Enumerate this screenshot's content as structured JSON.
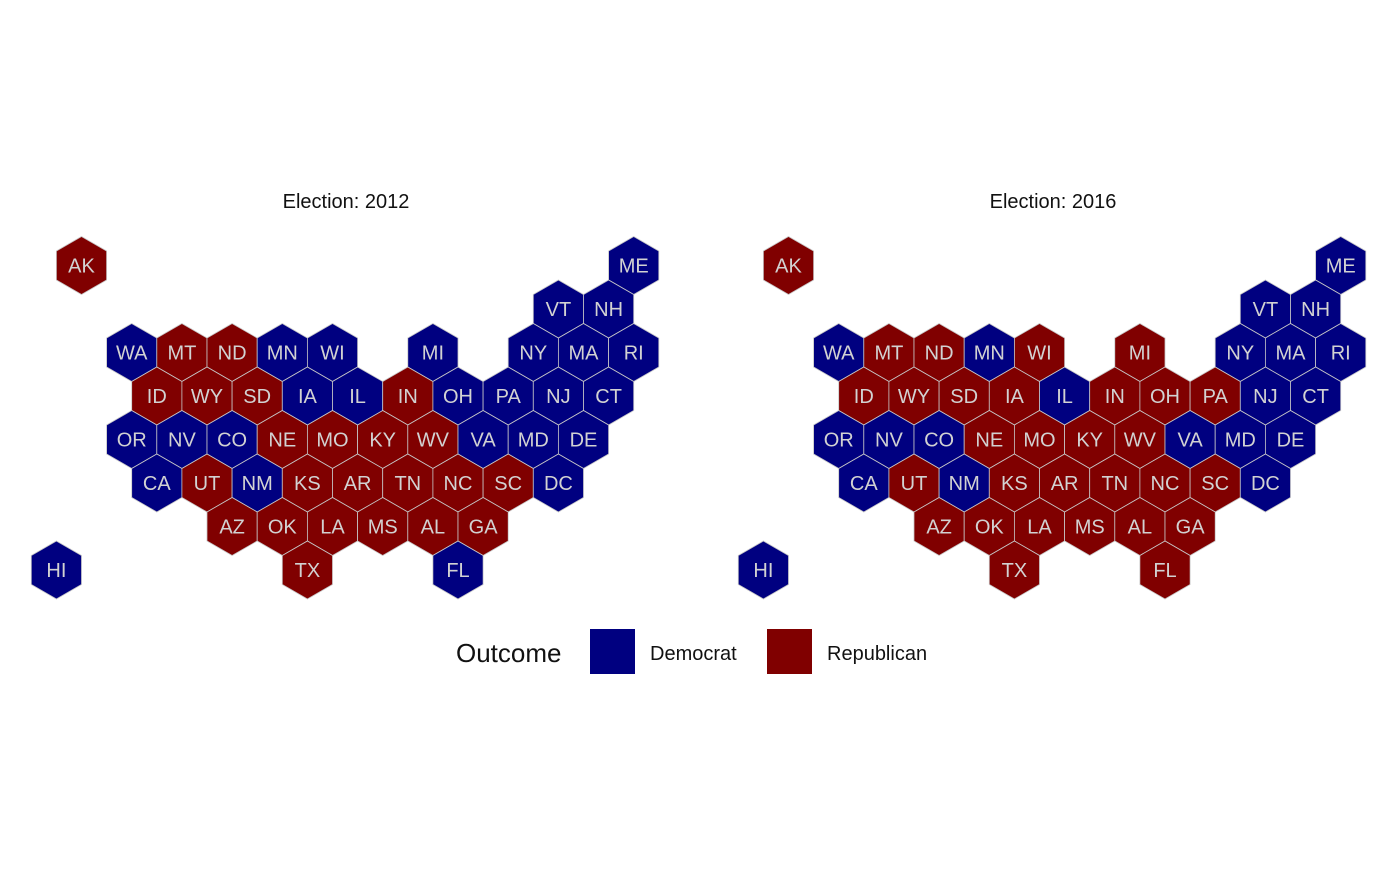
{
  "colors": {
    "Democrat": "#000080",
    "Republican": "#800000"
  },
  "legend": {
    "title": "Outcome",
    "items": [
      {
        "key": "Democrat",
        "label": "Democrat"
      },
      {
        "key": "Republican",
        "label": "Republican"
      }
    ]
  },
  "panels": [
    {
      "title": "Election: 2012",
      "outcomes": {
        "AK": "Republican",
        "ME": "Democrat",
        "VT": "Democrat",
        "NH": "Democrat",
        "WA": "Democrat",
        "MT": "Republican",
        "ND": "Republican",
        "MN": "Democrat",
        "WI": "Democrat",
        "MI": "Democrat",
        "NY": "Democrat",
        "MA": "Democrat",
        "RI": "Democrat",
        "ID": "Republican",
        "WY": "Republican",
        "SD": "Republican",
        "IA": "Democrat",
        "IL": "Democrat",
        "IN": "Republican",
        "OH": "Democrat",
        "PA": "Democrat",
        "NJ": "Democrat",
        "CT": "Democrat",
        "OR": "Democrat",
        "NV": "Democrat",
        "CO": "Democrat",
        "NE": "Republican",
        "MO": "Republican",
        "KY": "Republican",
        "WV": "Republican",
        "VA": "Democrat",
        "MD": "Democrat",
        "DE": "Democrat",
        "CA": "Democrat",
        "UT": "Republican",
        "NM": "Democrat",
        "KS": "Republican",
        "AR": "Republican",
        "TN": "Republican",
        "NC": "Republican",
        "SC": "Republican",
        "DC": "Democrat",
        "AZ": "Republican",
        "OK": "Republican",
        "LA": "Republican",
        "MS": "Republican",
        "AL": "Republican",
        "GA": "Republican",
        "HI": "Democrat",
        "TX": "Republican",
        "FL": "Democrat"
      }
    },
    {
      "title": "Election: 2016",
      "outcomes": {
        "AK": "Republican",
        "ME": "Democrat",
        "VT": "Democrat",
        "NH": "Democrat",
        "WA": "Democrat",
        "MT": "Republican",
        "ND": "Republican",
        "MN": "Democrat",
        "WI": "Republican",
        "MI": "Republican",
        "NY": "Democrat",
        "MA": "Democrat",
        "RI": "Democrat",
        "ID": "Republican",
        "WY": "Republican",
        "SD": "Republican",
        "IA": "Republican",
        "IL": "Democrat",
        "IN": "Republican",
        "OH": "Republican",
        "PA": "Republican",
        "NJ": "Democrat",
        "CT": "Democrat",
        "OR": "Democrat",
        "NV": "Democrat",
        "CO": "Democrat",
        "NE": "Republican",
        "MO": "Republican",
        "KY": "Republican",
        "WV": "Republican",
        "VA": "Democrat",
        "MD": "Democrat",
        "DE": "Democrat",
        "CA": "Democrat",
        "UT": "Republican",
        "NM": "Democrat",
        "KS": "Republican",
        "AR": "Republican",
        "TN": "Republican",
        "NC": "Republican",
        "SC": "Republican",
        "DC": "Democrat",
        "AZ": "Republican",
        "OK": "Republican",
        "LA": "Republican",
        "MS": "Republican",
        "AL": "Republican",
        "GA": "Republican",
        "HI": "Democrat",
        "TX": "Republican",
        "FL": "Republican"
      }
    }
  ]
}
